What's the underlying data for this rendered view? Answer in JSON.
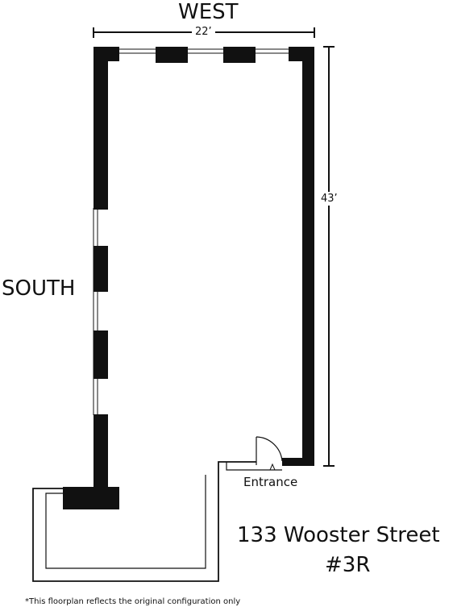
{
  "orientation": {
    "top": "WEST",
    "left": "SOUTH"
  },
  "dimensions": {
    "width": "22’",
    "length": "43’"
  },
  "entrance": {
    "label": "Entrance"
  },
  "address": {
    "line1": "133 Wooster Street",
    "line2": "#3R"
  },
  "footnote": "*This floorplan reflects the original configuration only",
  "colors": {
    "wall": "#111111",
    "background": "#ffffff"
  }
}
